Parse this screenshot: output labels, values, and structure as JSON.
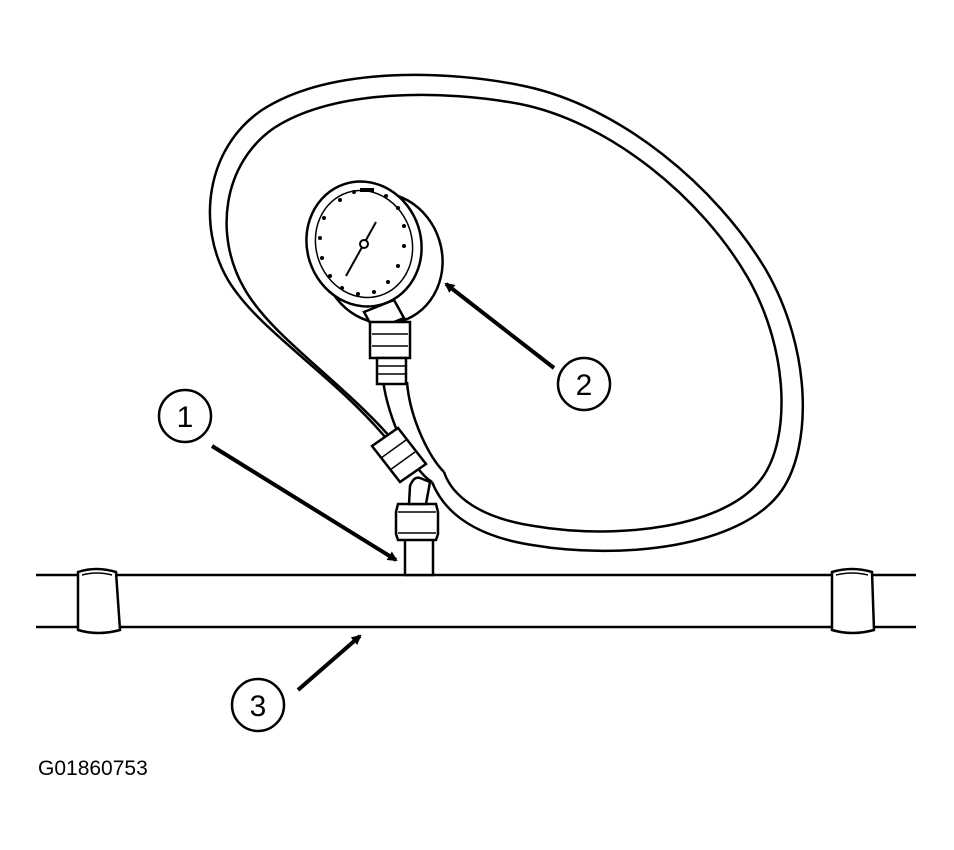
{
  "figure": {
    "code": "G01860753",
    "line_color": "#000000",
    "background_color": "#ffffff"
  },
  "callouts": [
    {
      "number": "1",
      "target": "fuel-pressure-test-port-fitting"
    },
    {
      "number": "2",
      "target": "pressure-gauge"
    },
    {
      "number": "3",
      "target": "fuel-line"
    }
  ]
}
